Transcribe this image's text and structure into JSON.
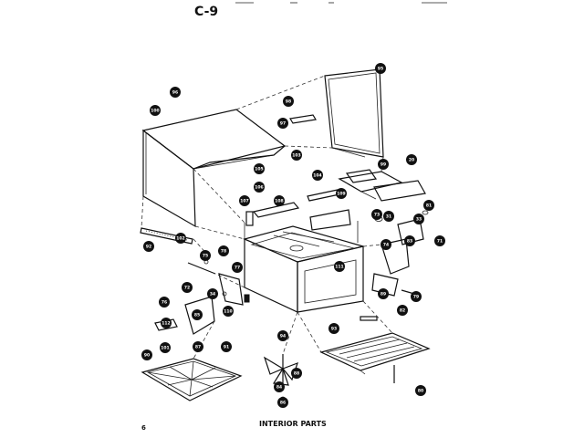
{
  "header": {
    "page_code": "C-9"
  },
  "caption": "INTERIOR PARTS",
  "page_number": "6",
  "callouts": [
    "95",
    "96",
    "98",
    "97",
    "100",
    "103",
    "105",
    "99",
    "107",
    "106",
    "108",
    "104",
    "109",
    "20",
    "31",
    "33",
    "74",
    "71",
    "73",
    "75",
    "72",
    "77",
    "78",
    "34",
    "76",
    "101",
    "87",
    "90",
    "91",
    "93",
    "89",
    "79",
    "80",
    "82",
    "83",
    "81",
    "92",
    "102",
    "94",
    "88",
    "84",
    "86",
    "85",
    "110",
    "111",
    "112"
  ]
}
